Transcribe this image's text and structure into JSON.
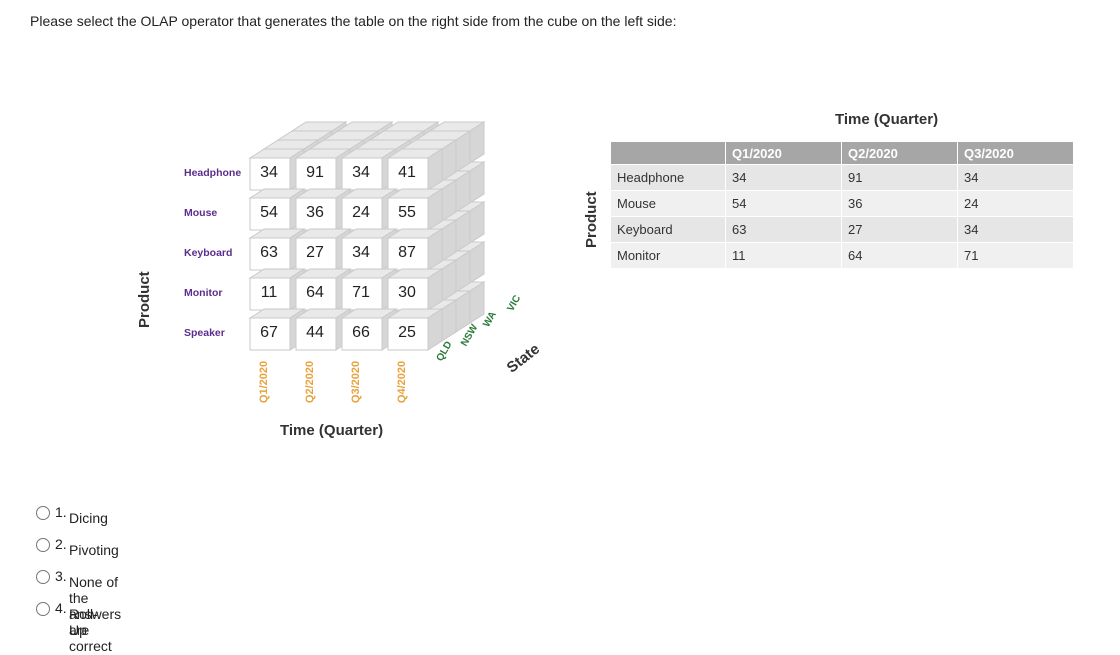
{
  "question": "Please select the OLAP operator that generates the table on the right side from the cube on the left side:",
  "cube": {
    "product_axis": "Product",
    "time_axis": "Time (Quarter)",
    "state_axis": "State",
    "rows": [
      "Headphone",
      "Mouse",
      "Keyboard",
      "Monitor",
      "Speaker"
    ],
    "quarters": [
      "Q1/2020",
      "Q2/2020",
      "Q3/2020",
      "Q4/2020"
    ],
    "states": [
      "QLD",
      "NSW",
      "WA",
      "VIC"
    ],
    "values": [
      [
        34,
        91,
        34,
        41
      ],
      [
        54,
        36,
        24,
        55
      ],
      [
        63,
        27,
        34,
        87
      ],
      [
        11,
        64,
        71,
        30
      ],
      [
        67,
        44,
        66,
        25
      ]
    ]
  },
  "table": {
    "product_axis": "Product",
    "time_title": "Time (Quarter)",
    "headers": [
      "Q1/2020",
      "Q2/2020",
      "Q3/2020"
    ],
    "rows": [
      {
        "name": "Headphone",
        "values": [
          "34",
          "91",
          "34"
        ]
      },
      {
        "name": "Mouse",
        "values": [
          "54",
          "36",
          "24"
        ]
      },
      {
        "name": "Keyboard",
        "values": [
          "63",
          "27",
          "34"
        ]
      },
      {
        "name": "Monitor",
        "values": [
          "11",
          "64",
          "71"
        ]
      }
    ]
  },
  "options": [
    {
      "num": "1.",
      "label": "Dicing"
    },
    {
      "num": "2.",
      "label": "Pivoting"
    },
    {
      "num": "3.",
      "label": "None of the answers are correct"
    },
    {
      "num": "4.",
      "label": "Roll-Up"
    }
  ]
}
